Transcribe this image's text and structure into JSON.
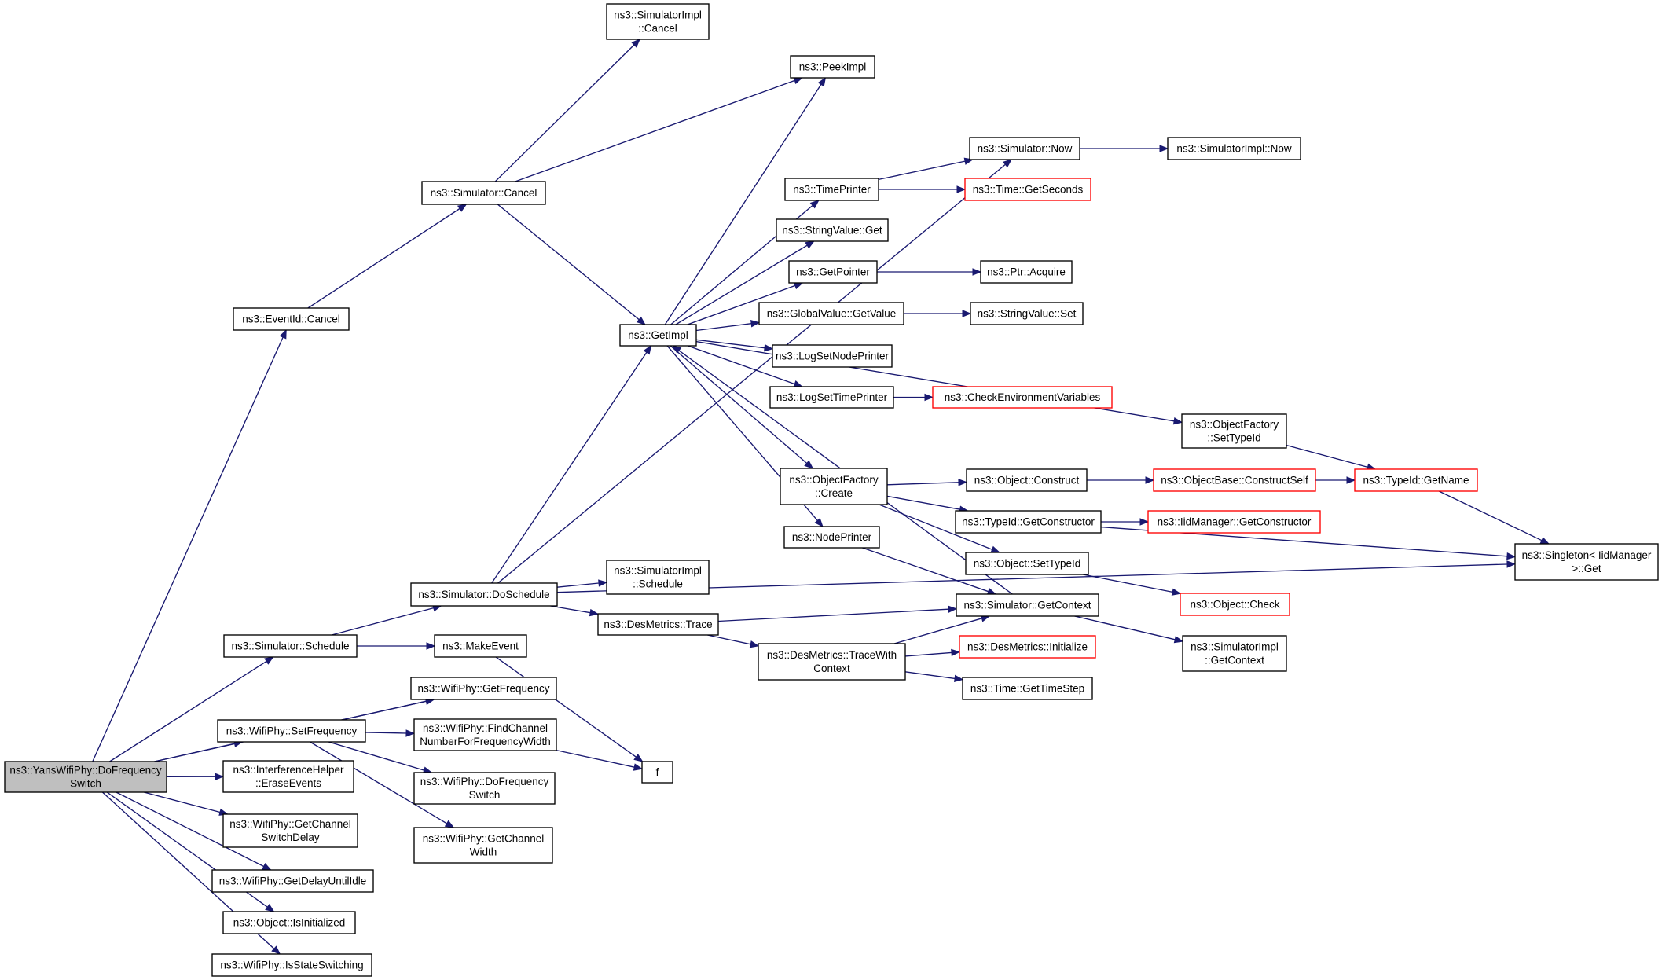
{
  "colors": {
    "edge": "#191970",
    "normal_border": "#000000",
    "truncated_border": "#ff0000",
    "root_fill": "#bfbfbf",
    "node_fill": "#ffffff"
  },
  "nodes": {
    "root": {
      "lines": [
        "ns3::YansWifiPhy::DoFrequency",
        "Switch"
      ],
      "style": "root"
    },
    "eventid_cancel": {
      "lines": [
        "ns3::EventId::Cancel"
      ],
      "style": "normal"
    },
    "sim_schedule": {
      "lines": [
        "ns3::Simulator::Schedule"
      ],
      "style": "normal"
    },
    "wp_setfreq": {
      "lines": [
        "ns3::WifiPhy::SetFrequency"
      ],
      "style": "normal"
    },
    "ih_erase": {
      "lines": [
        "ns3::InterferenceHelper",
        "::EraseEvents"
      ],
      "style": "normal"
    },
    "wp_getchswdelay": {
      "lines": [
        "ns3::WifiPhy::GetChannel",
        "SwitchDelay"
      ],
      "style": "normal"
    },
    "wp_getdelayidle": {
      "lines": [
        "ns3::WifiPhy::GetDelayUntilIdle"
      ],
      "style": "normal"
    },
    "obj_isinit": {
      "lines": [
        "ns3::Object::IsInitialized"
      ],
      "style": "normal"
    },
    "wp_isstatesw": {
      "lines": [
        "ns3::WifiPhy::IsStateSwitching"
      ],
      "style": "normal"
    },
    "sim_cancel": {
      "lines": [
        "ns3::Simulator::Cancel"
      ],
      "style": "normal"
    },
    "sim_doschedule": {
      "lines": [
        "ns3::Simulator::DoSchedule"
      ],
      "style": "normal"
    },
    "makeevent": {
      "lines": [
        "ns3::MakeEvent"
      ],
      "style": "normal"
    },
    "wp_getfreq": {
      "lines": [
        "ns3::WifiPhy::GetFrequency"
      ],
      "style": "normal"
    },
    "wp_findch": {
      "lines": [
        "ns3::WifiPhy::FindChannel",
        "NumberForFrequencyWidth"
      ],
      "style": "normal"
    },
    "wp_dofreqsw": {
      "lines": [
        "ns3::WifiPhy::DoFrequency",
        "Switch"
      ],
      "style": "normal"
    },
    "wp_getchwidth": {
      "lines": [
        "ns3::WifiPhy::GetChannel",
        "Width"
      ],
      "style": "normal"
    },
    "simimpl_cancel": {
      "lines": [
        "ns3::SimulatorImpl",
        "::Cancel"
      ],
      "style": "normal"
    },
    "getimpl": {
      "lines": [
        "ns3::GetImpl"
      ],
      "style": "normal"
    },
    "simimpl_schedule": {
      "lines": [
        "ns3::SimulatorImpl",
        "::Schedule"
      ],
      "style": "normal"
    },
    "desm_trace": {
      "lines": [
        "ns3::DesMetrics::Trace"
      ],
      "style": "normal"
    },
    "f": {
      "lines": [
        "f"
      ],
      "style": "normal"
    },
    "peekimpl": {
      "lines": [
        "ns3::PeekImpl"
      ],
      "style": "normal"
    },
    "timeprinter": {
      "lines": [
        "ns3::TimePrinter"
      ],
      "style": "normal"
    },
    "stringvalue_get": {
      "lines": [
        "ns3::StringValue::Get"
      ],
      "style": "normal"
    },
    "getpointer": {
      "lines": [
        "ns3::GetPointer"
      ],
      "style": "normal"
    },
    "gv_getvalue": {
      "lines": [
        "ns3::GlobalValue::GetValue"
      ],
      "style": "normal"
    },
    "logsetnode": {
      "lines": [
        "ns3::LogSetNodePrinter"
      ],
      "style": "normal"
    },
    "logsettime": {
      "lines": [
        "ns3::LogSetTimePrinter"
      ],
      "style": "normal"
    },
    "of_create": {
      "lines": [
        "ns3::ObjectFactory",
        "::Create"
      ],
      "style": "normal"
    },
    "nodeprinter": {
      "lines": [
        "ns3::NodePrinter"
      ],
      "style": "normal"
    },
    "desm_tracewith": {
      "lines": [
        "ns3::DesMetrics::TraceWith",
        "Context"
      ],
      "style": "normal"
    },
    "sim_now": {
      "lines": [
        "ns3::Simulator::Now"
      ],
      "style": "normal"
    },
    "time_getseconds": {
      "lines": [
        "ns3::Time::GetSeconds"
      ],
      "style": "truncated"
    },
    "ptr_acquire": {
      "lines": [
        "ns3::Ptr::Acquire"
      ],
      "style": "normal"
    },
    "stringvalue_set": {
      "lines": [
        "ns3::StringValue::Set"
      ],
      "style": "normal"
    },
    "checkenv": {
      "lines": [
        "ns3::CheckEnvironmentVariables"
      ],
      "style": "truncated"
    },
    "obj_construct": {
      "lines": [
        "ns3::Object::Construct"
      ],
      "style": "normal"
    },
    "typeid_getctor": {
      "lines": [
        "ns3::TypeId::GetConstructor"
      ],
      "style": "normal"
    },
    "obj_settypeid": {
      "lines": [
        "ns3::Object::SetTypeId"
      ],
      "style": "normal"
    },
    "sim_getcontext": {
      "lines": [
        "ns3::Simulator::GetContext"
      ],
      "style": "normal"
    },
    "desm_init": {
      "lines": [
        "ns3::DesMetrics::Initialize"
      ],
      "style": "truncated"
    },
    "time_gettimestep": {
      "lines": [
        "ns3::Time::GetTimeStep"
      ],
      "style": "normal"
    },
    "simimpl_now": {
      "lines": [
        "ns3::SimulatorImpl::Now"
      ],
      "style": "normal"
    },
    "of_settypeid": {
      "lines": [
        "ns3::ObjectFactory",
        "::SetTypeId"
      ],
      "style": "normal"
    },
    "objbase_constructself": {
      "lines": [
        "ns3::ObjectBase::ConstructSelf"
      ],
      "style": "truncated"
    },
    "iidmgr_getctor": {
      "lines": [
        "ns3::IidManager::GetConstructor"
      ],
      "style": "truncated"
    },
    "obj_check": {
      "lines": [
        "ns3::Object::Check"
      ],
      "style": "truncated"
    },
    "simimpl_getcontext": {
      "lines": [
        "ns3::SimulatorImpl",
        "::GetContext"
      ],
      "style": "normal"
    },
    "typeid_getname": {
      "lines": [
        "ns3::TypeId::GetName"
      ],
      "style": "truncated"
    },
    "singleton_get": {
      "lines": [
        "ns3::Singleton< IidManager",
        ">::Get"
      ],
      "style": "normal"
    }
  },
  "edges": [
    [
      "root",
      "eventid_cancel"
    ],
    [
      "root",
      "sim_schedule"
    ],
    [
      "root",
      "wp_getfreq"
    ],
    [
      "root",
      "wp_setfreq"
    ],
    [
      "root",
      "ih_erase"
    ],
    [
      "root",
      "wp_getchswdelay"
    ],
    [
      "root",
      "wp_getdelayidle"
    ],
    [
      "root",
      "obj_isinit"
    ],
    [
      "root",
      "wp_isstatesw"
    ],
    [
      "eventid_cancel",
      "sim_cancel"
    ],
    [
      "sim_cancel",
      "simimpl_cancel"
    ],
    [
      "sim_cancel",
      "peekimpl"
    ],
    [
      "sim_cancel",
      "getimpl"
    ],
    [
      "sim_schedule",
      "sim_doschedule"
    ],
    [
      "sim_schedule",
      "makeevent"
    ],
    [
      "sim_doschedule",
      "sim_now"
    ],
    [
      "sim_doschedule",
      "getimpl"
    ],
    [
      "sim_doschedule",
      "simimpl_schedule"
    ],
    [
      "sim_doschedule",
      "desm_trace"
    ],
    [
      "sim_doschedule",
      "singleton_get"
    ],
    [
      "makeevent",
      "f"
    ],
    [
      "wp_setfreq",
      "wp_getfreq"
    ],
    [
      "wp_setfreq",
      "wp_findch"
    ],
    [
      "wp_setfreq",
      "wp_dofreqsw"
    ],
    [
      "wp_setfreq",
      "wp_getchwidth"
    ],
    [
      "wp_findch",
      "f"
    ],
    [
      "getimpl",
      "peekimpl"
    ],
    [
      "getimpl",
      "timeprinter"
    ],
    [
      "getimpl",
      "stringvalue_get"
    ],
    [
      "getimpl",
      "getpointer"
    ],
    [
      "getimpl",
      "gv_getvalue"
    ],
    [
      "getimpl",
      "logsetnode"
    ],
    [
      "getimpl",
      "logsettime"
    ],
    [
      "getimpl",
      "of_settypeid"
    ],
    [
      "getimpl",
      "of_create"
    ],
    [
      "getimpl",
      "nodeprinter"
    ],
    [
      "timeprinter",
      "sim_now"
    ],
    [
      "timeprinter",
      "time_getseconds"
    ],
    [
      "sim_now",
      "simimpl_now"
    ],
    [
      "getpointer",
      "ptr_acquire"
    ],
    [
      "gv_getvalue",
      "stringvalue_set"
    ],
    [
      "logsettime",
      "checkenv"
    ],
    [
      "of_settypeid",
      "typeid_getname"
    ],
    [
      "of_create",
      "obj_construct"
    ],
    [
      "of_create",
      "typeid_getctor"
    ],
    [
      "of_create",
      "obj_settypeid"
    ],
    [
      "obj_construct",
      "objbase_constructself"
    ],
    [
      "objbase_constructself",
      "typeid_getname"
    ],
    [
      "typeid_getctor",
      "iidmgr_getctor"
    ],
    [
      "typeid_getctor",
      "singleton_get"
    ],
    [
      "typeid_getname",
      "singleton_get"
    ],
    [
      "obj_settypeid",
      "obj_check"
    ],
    [
      "nodeprinter",
      "sim_getcontext"
    ],
    [
      "desm_trace",
      "sim_getcontext"
    ],
    [
      "desm_trace",
      "desm_tracewith"
    ],
    [
      "desm_tracewith",
      "sim_getcontext"
    ],
    [
      "desm_tracewith",
      "desm_init"
    ],
    [
      "desm_tracewith",
      "time_gettimestep"
    ],
    [
      "sim_getcontext",
      "getimpl"
    ],
    [
      "sim_getcontext",
      "simimpl_getcontext"
    ]
  ]
}
